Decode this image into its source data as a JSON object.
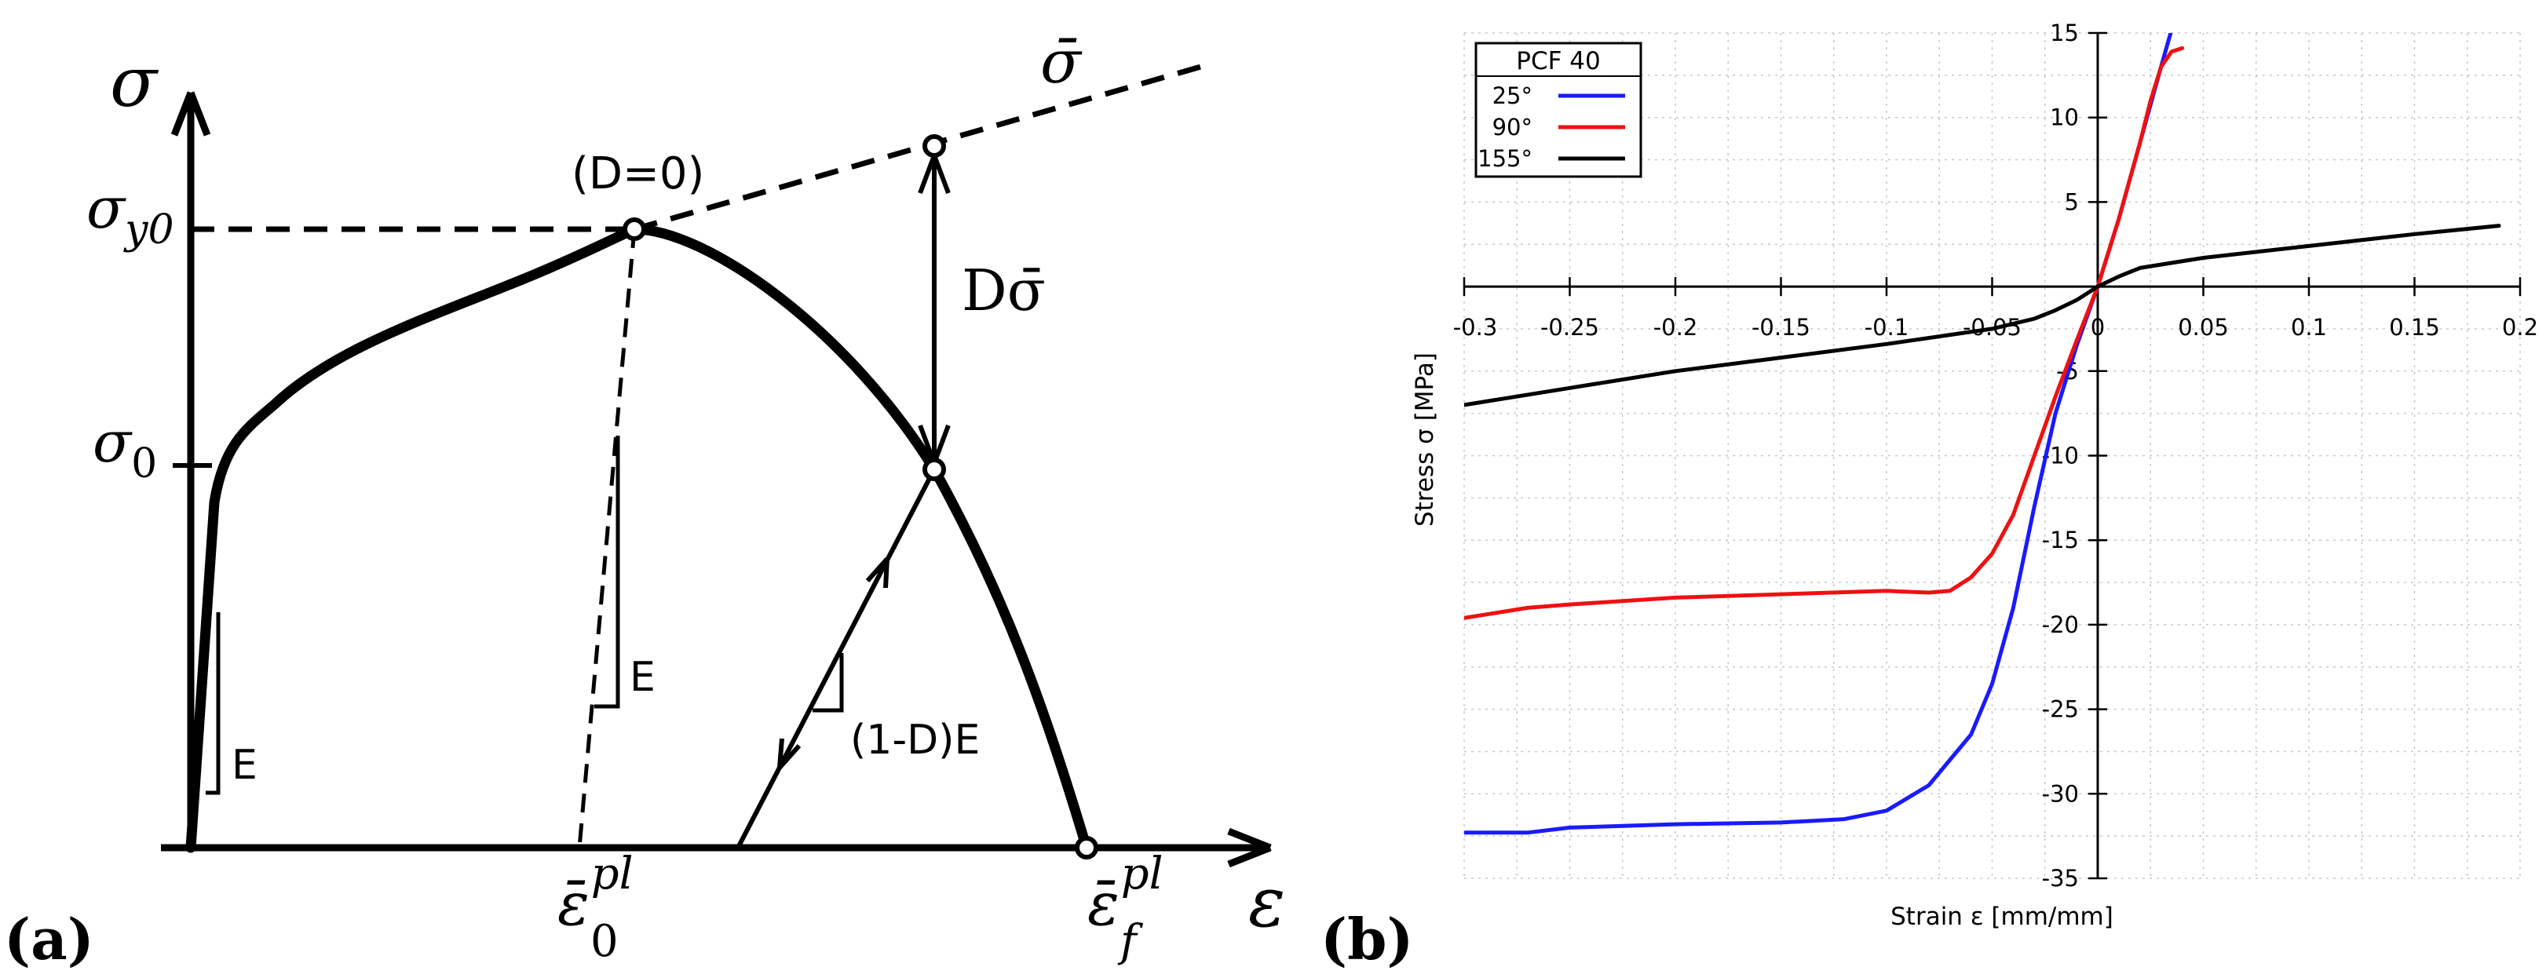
{
  "panel_a": {
    "tag": "(a)",
    "axis_y": "σ",
    "axis_x": "ε",
    "sigma_y0": {
      "base": "σ",
      "sub": "y0"
    },
    "sigma_0": {
      "base": "σ",
      "sub": "0"
    },
    "eps_0_pl": {
      "base": "ε̄",
      "sub": "0",
      "sup": "pl"
    },
    "eps_f_pl": {
      "base": "ε̄",
      "sub": "f",
      "sup": "pl"
    },
    "sigma_bar": "σ̄",
    "d0_label": "(D=0)",
    "d_sigma_label": "Dσ̄",
    "e_label_left": "E",
    "e_label_mid": "E",
    "degraded_label": "(1-D)E"
  },
  "panel_b": {
    "tag": "(b)",
    "chart_data": {
      "type": "line",
      "xlabel": "Strain ε [mm/mm]",
      "ylabel": "Stress σ [MPa]",
      "xlim": [
        -0.3,
        0.2
      ],
      "ylim": [
        -35,
        15
      ],
      "x_ticks": [
        -0.3,
        -0.25,
        -0.2,
        -0.15,
        -0.1,
        -0.05,
        0,
        0.05,
        0.1,
        0.15,
        0.2
      ],
      "x_tick_labels": [
        "-0.3",
        "-0.25",
        "-0.2",
        "-0.15",
        "-0.1",
        "-0.05",
        "0",
        "0.05",
        "0.1",
        "0.15",
        "0.2"
      ],
      "y_ticks": [
        -35,
        -30,
        -25,
        -20,
        -15,
        -10,
        -5,
        5,
        10,
        15
      ],
      "y_tick_labels": [
        "-35",
        "-30",
        "-25",
        "-20",
        "-15",
        "-10",
        "-5",
        "5",
        "10",
        "15"
      ],
      "grid": true,
      "legend_position": "top-left",
      "legend_title": "PCF 40",
      "series": [
        {
          "name": "25°",
          "color": "#1a1aff",
          "points": [
            [
              -0.3,
              -32.3
            ],
            [
              -0.27,
              -32.3
            ],
            [
              -0.25,
              -32.0
            ],
            [
              -0.2,
              -31.8
            ],
            [
              -0.15,
              -31.7
            ],
            [
              -0.12,
              -31.5
            ],
            [
              -0.1,
              -31.0
            ],
            [
              -0.08,
              -29.5
            ],
            [
              -0.06,
              -26.5
            ],
            [
              -0.05,
              -23.5
            ],
            [
              -0.04,
              -19.0
            ],
            [
              -0.03,
              -13.0
            ],
            [
              -0.02,
              -7.5
            ],
            [
              -0.01,
              -3.5
            ],
            [
              0.0,
              0.0
            ],
            [
              0.01,
              4.0
            ],
            [
              0.02,
              8.5
            ],
            [
              0.03,
              13.0
            ],
            [
              0.035,
              15.2
            ]
          ]
        },
        {
          "name": "90°",
          "color": "#ee1111",
          "points": [
            [
              -0.3,
              -19.6
            ],
            [
              -0.27,
              -19.0
            ],
            [
              -0.25,
              -18.8
            ],
            [
              -0.2,
              -18.4
            ],
            [
              -0.15,
              -18.2
            ],
            [
              -0.1,
              -18.0
            ],
            [
              -0.08,
              -18.1
            ],
            [
              -0.07,
              -18.0
            ],
            [
              -0.06,
              -17.2
            ],
            [
              -0.05,
              -15.8
            ],
            [
              -0.04,
              -13.5
            ],
            [
              -0.03,
              -10.0
            ],
            [
              -0.02,
              -6.5
            ],
            [
              -0.01,
              -3.2
            ],
            [
              0.0,
              0.0
            ],
            [
              0.01,
              4.0
            ],
            [
              0.02,
              8.5
            ],
            [
              0.025,
              11.0
            ],
            [
              0.03,
              13.0
            ],
            [
              0.035,
              13.9
            ],
            [
              0.04,
              14.1
            ]
          ]
        },
        {
          "name": "155°",
          "color": "#000000",
          "points": [
            [
              -0.3,
              -7.0
            ],
            [
              -0.25,
              -6.0
            ],
            [
              -0.2,
              -5.0
            ],
            [
              -0.15,
              -4.2
            ],
            [
              -0.1,
              -3.4
            ],
            [
              -0.05,
              -2.5
            ],
            [
              -0.03,
              -1.9
            ],
            [
              -0.02,
              -1.4
            ],
            [
              -0.01,
              -0.8
            ],
            [
              0.0,
              0.0
            ],
            [
              0.01,
              0.6
            ],
            [
              0.02,
              1.1
            ],
            [
              0.05,
              1.7
            ],
            [
              0.1,
              2.4
            ],
            [
              0.15,
              3.1
            ],
            [
              0.19,
              3.6
            ]
          ]
        }
      ]
    }
  }
}
